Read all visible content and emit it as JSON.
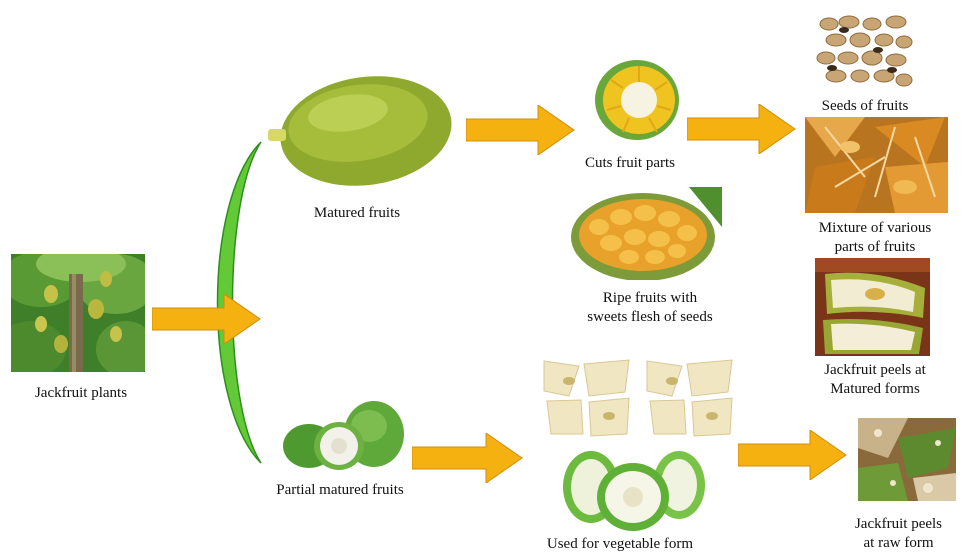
{
  "colors": {
    "arrow_fill": "#F5B10F",
    "arrow_stroke": "#D08E0A",
    "bracket_fill": "#63C936",
    "bracket_stroke": "#2D8F1D"
  },
  "nodes": {
    "jackfruit_plants": {
      "label": "Jackfruit plants",
      "icon": "jackfruit-tree-photo"
    },
    "matured_fruits": {
      "label": "Matured fruits",
      "icon": "whole-jackfruit-photo"
    },
    "partial_matured_fruits": {
      "label": "Partial matured fruits",
      "icon": "green-jackfruit-cut-photo"
    },
    "cuts_fruit_parts": {
      "label": "Cuts fruit parts",
      "icon": "cut-jackfruit-photo"
    },
    "ripe_fruits": {
      "line1": "Ripe fruits with",
      "line2": "sweets flesh of seeds",
      "icon": "ripe-jackfruit-flesh-photo"
    },
    "seeds": {
      "label": "Seeds of fruits",
      "icon": "jackfruit-seeds-photo"
    },
    "mixture": {
      "line1": "Mixture of various",
      "line2": "parts of fruits",
      "icon": "jackfruit-parts-mixture-photo"
    },
    "peels_matured": {
      "line1": "Jackfruit peels at",
      "line2": "Matured forms",
      "icon": "matured-peel-photo"
    },
    "vegetable": {
      "label": "Used for vegetable form",
      "icon": "vegetable-jackfruit-photo"
    },
    "peels_raw": {
      "line1": "Jackfruit peels",
      "line2": "at raw form",
      "icon": "raw-peel-photo"
    }
  }
}
